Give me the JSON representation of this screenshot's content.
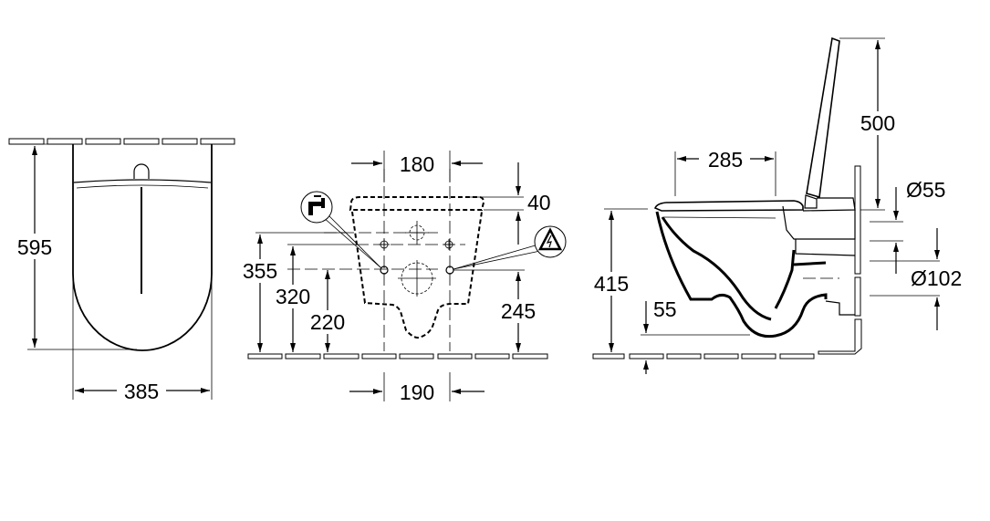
{
  "front_view": {
    "height": "595",
    "width": "385"
  },
  "rear_view": {
    "bolt_spacing_top": "180",
    "top_offset": "40",
    "height_355": "355",
    "height_320": "320",
    "height_220": "220",
    "height_245": "245",
    "bolt_spacing_bottom": "190",
    "icons": [
      "water-tap-icon",
      "electrical-hazard-icon"
    ]
  },
  "side_view": {
    "seat_depth": "285",
    "lid_height": "500",
    "inlet_diameter": "Ø55",
    "rim_height": "415",
    "outlet_height": "55",
    "outlet_diameter": "Ø102"
  }
}
